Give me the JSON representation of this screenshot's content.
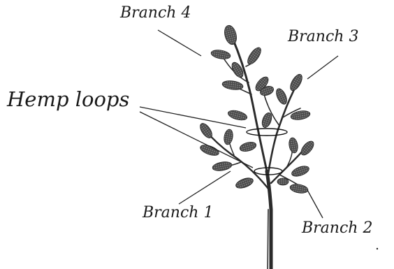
{
  "labels": {
    "branch_4": "Branch 4",
    "branch_3": "Branch 3",
    "hemp_loops": "Hemp loops",
    "branch_1": "Branch 1",
    "branch_2": "Branch 2"
  },
  "colors": {
    "stem": "#2b2b2b",
    "leaf_dark": "#333333",
    "leaf_mid": "#6b6b6b",
    "leaf_vein": "#cfcfcf",
    "leader_line": "#222222",
    "loop": "#111111"
  }
}
